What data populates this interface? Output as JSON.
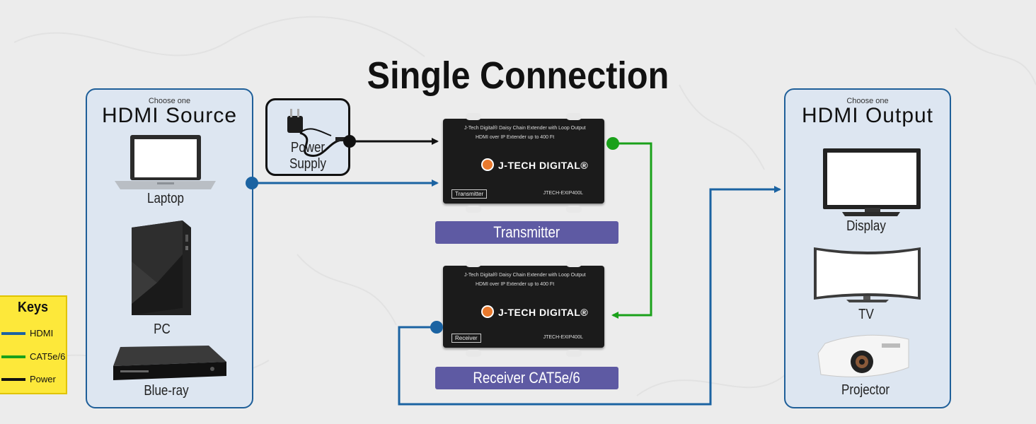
{
  "title": "Single Connection",
  "colors": {
    "hdmi": "#1b63a2",
    "cat": "#1aa11a",
    "power": "#111111",
    "banner": "#5e5aa3",
    "panel_border": "#1f5f99",
    "keys_bg": "#fde83a"
  },
  "source": {
    "choose": "Choose one",
    "title": "HDMI Source",
    "items": [
      {
        "label": "Laptop",
        "icon": "laptop-icon"
      },
      {
        "label": "PC",
        "icon": "pc-tower-icon"
      },
      {
        "label": "Blue-ray",
        "icon": "bluray-player-icon"
      }
    ]
  },
  "output": {
    "choose": "Choose one",
    "title": "HDMI Output",
    "items": [
      {
        "label": "Display",
        "icon": "monitor-icon"
      },
      {
        "label": "TV",
        "icon": "curved-tv-icon"
      },
      {
        "label": "Projector",
        "icon": "projector-icon"
      }
    ]
  },
  "power_supply": {
    "label": "Power Supply",
    "icon": "power-adapter-icon"
  },
  "transmitter": {
    "banner": "Transmitter",
    "line1": "J-Tech Digital® Daisy Chain Extender with Loop Output",
    "line2": "HDMI over IP Extender up to 400 Ft",
    "brand": "J-TECH DIGITAL®",
    "tag": "Transmitter",
    "model": "JTECH-EXIP400L"
  },
  "receiver": {
    "banner": "Receiver CAT5e/6",
    "line1": "J-Tech Digital® Daisy Chain Extender with Loop Output",
    "line2": "HDMI over IP Extender up to 400 Ft",
    "brand": "J-TECH DIGITAL®",
    "tag": "Receiver",
    "model": "JTECH-EXIP400L"
  },
  "keys": {
    "title": "Keys",
    "items": [
      {
        "label": "HDMI",
        "color": "#1b63a2"
      },
      {
        "label": "CAT5e/6",
        "color": "#1aa11a"
      },
      {
        "label": "Power",
        "color": "#111111"
      }
    ]
  }
}
